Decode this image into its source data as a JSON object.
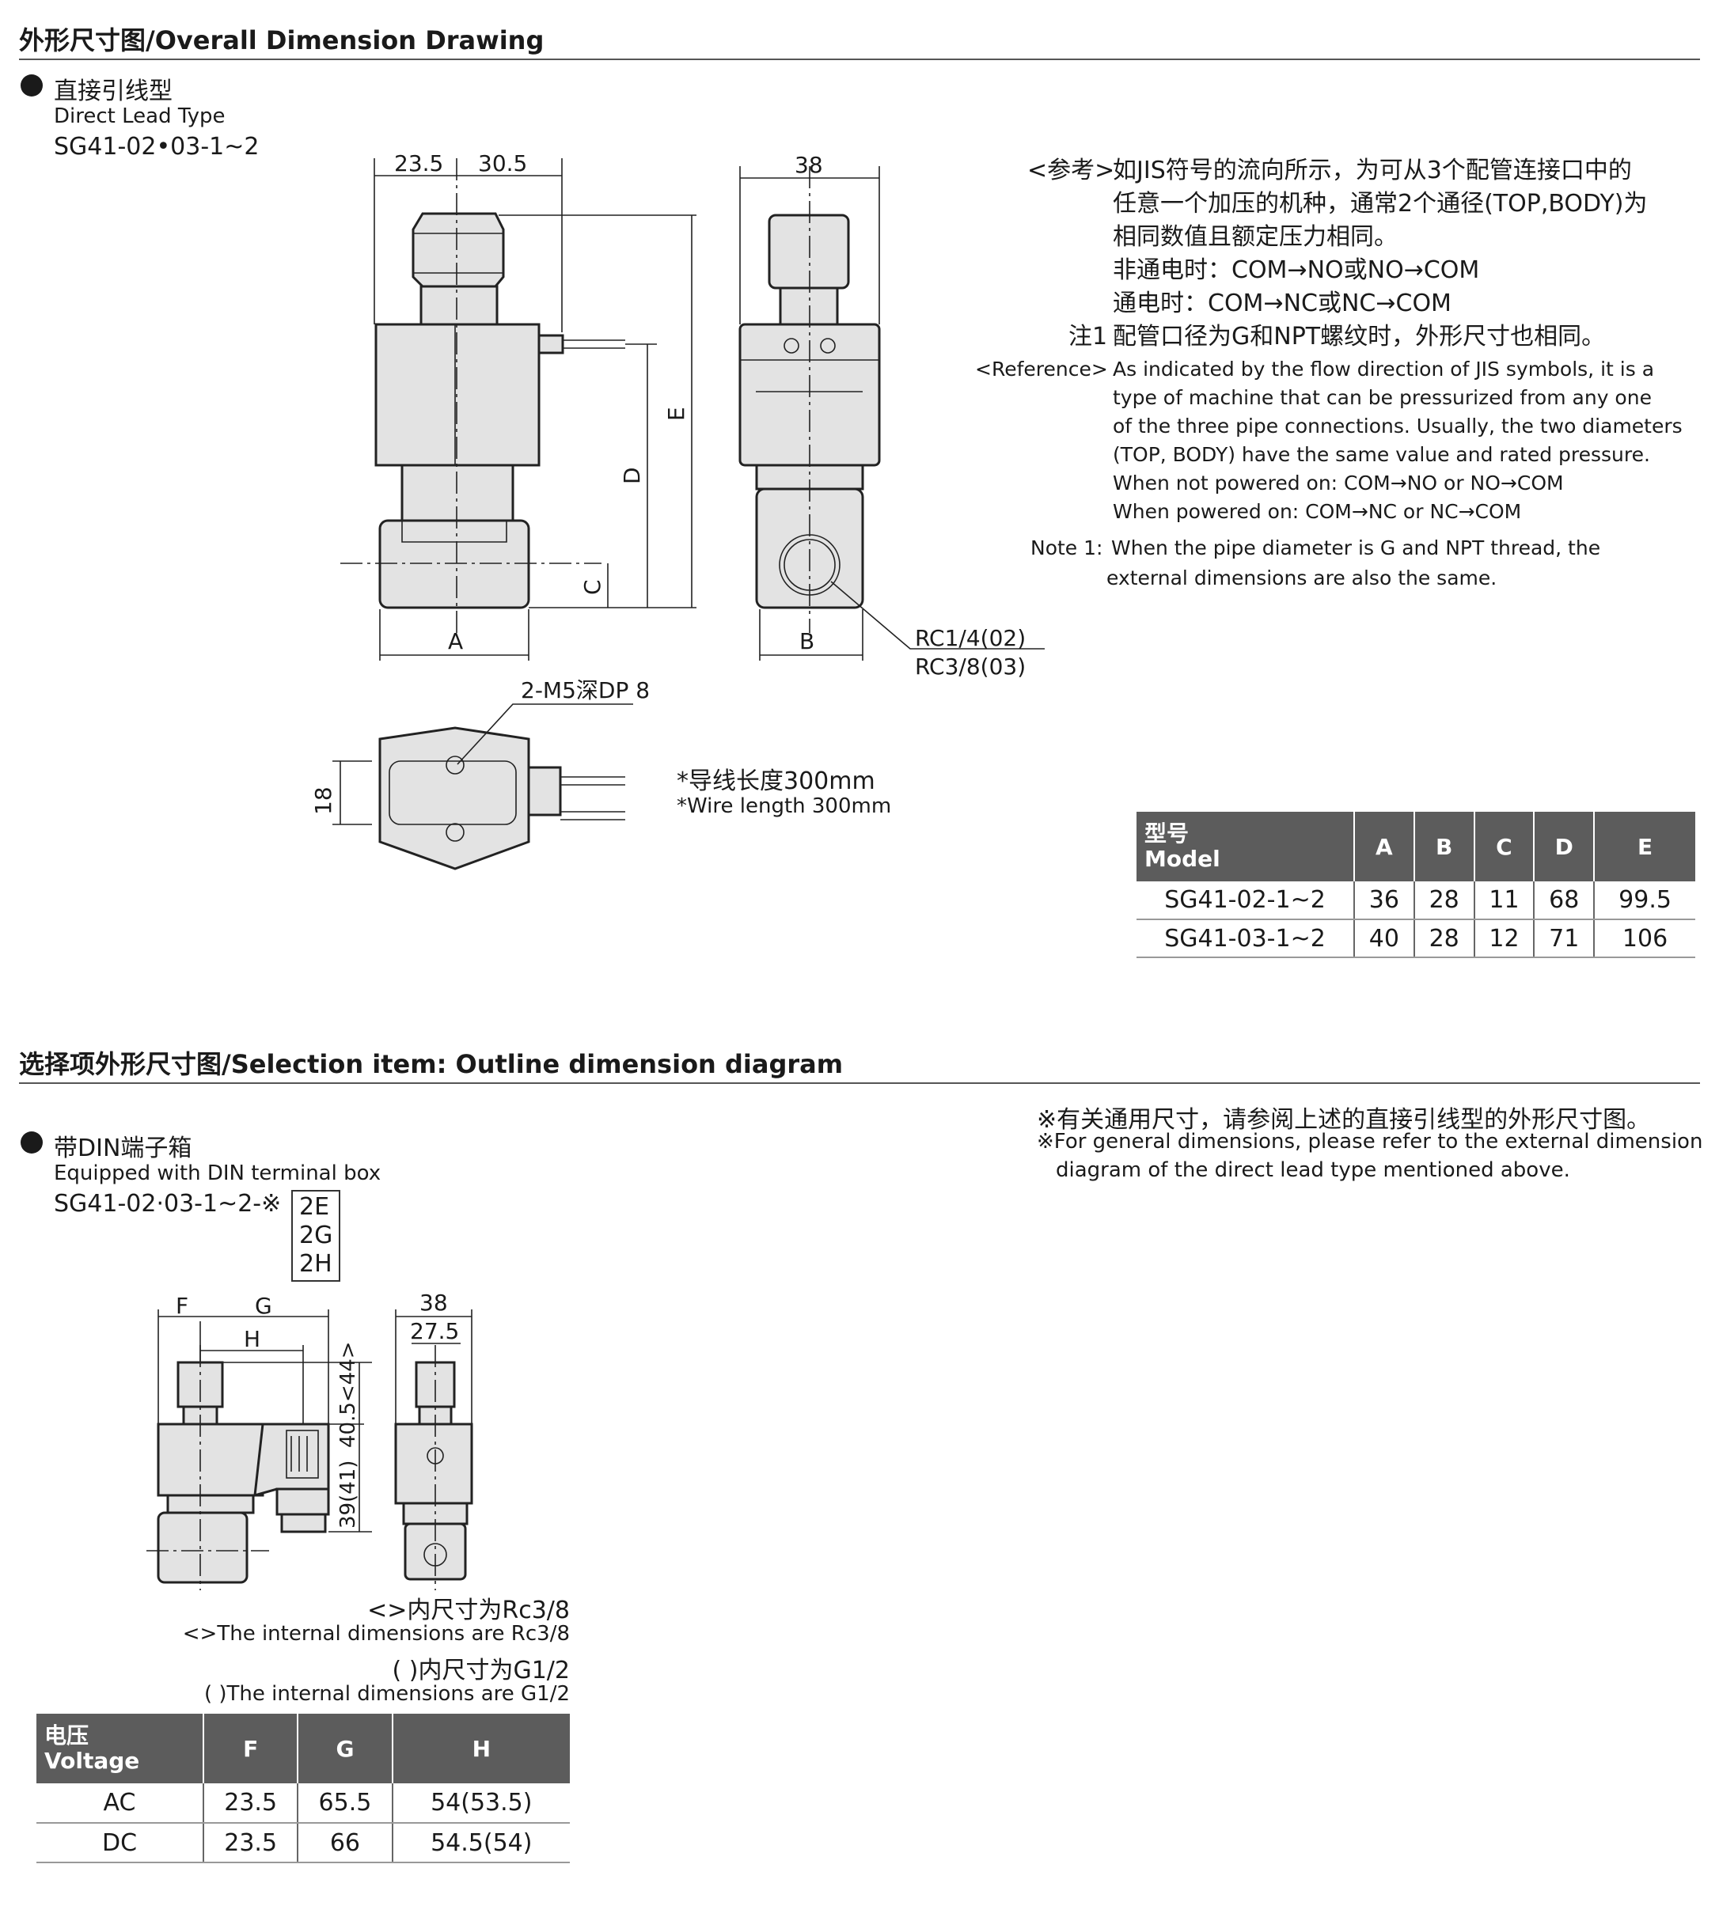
{
  "section1": {
    "title": "外形尺寸图/Overall Dimension Drawing",
    "type_cn": "直接引线型",
    "type_en": "Direct Lead Type",
    "model": "SG41-02•03-1~2"
  },
  "drawing1": {
    "dims_top": [
      "23.5",
      "30.5",
      "38"
    ],
    "labels": [
      "A",
      "B",
      "C",
      "D",
      "E"
    ],
    "port_labels": [
      "RC1/4(02)",
      "RC3/8(03)"
    ],
    "mount_label": "2-M5深DP 8",
    "dim_18": "18",
    "wire_cn": "*导线长度300mm",
    "wire_en": "*Wire length 300mm"
  },
  "reference": {
    "cn_tag": "<参考>",
    "cn_lines": [
      "如JIS符号的流向所示，为可从3个配管连接口中的",
      "任意一个加压的机种，通常2个通径(TOP,BODY)为",
      "相同数值且额定压力相同。",
      "非通电时：COM→NO或NO→COM",
      "通电时：COM→NC或NC→COM"
    ],
    "cn_note_tag": "注1",
    "cn_note": "配管口径为G和NPT螺纹时，外形尺寸也相同。",
    "en_tag": "<Reference>",
    "en_lines": [
      "As indicated by the flow direction of JIS symbols, it is a",
      "type of machine that can be pressurized from any one",
      "of the three pipe connections. Usually, the two diameters",
      "(TOP, BODY) have the same value and rated pressure.",
      "When not powered on: COM→NO or NO→COM",
      "When powered on: COM→NC or NC→COM"
    ],
    "en_note_tag": "Note 1:",
    "en_note_lines": [
      "When the pipe diameter is G and NPT thread, the",
      "external dimensions are also the same."
    ]
  },
  "table1": {
    "header_cn": "型号",
    "header_en": "Model",
    "columns": [
      "A",
      "B",
      "C",
      "D",
      "E"
    ],
    "rows": [
      {
        "model": "SG41-02-1~2",
        "values": [
          "36",
          "28",
          "11",
          "68",
          "99.5"
        ]
      },
      {
        "model": "SG41-03-1~2",
        "values": [
          "40",
          "28",
          "12",
          "71",
          "106"
        ]
      }
    ]
  },
  "section2": {
    "title": "选择项外形尺寸图/Selection item: Outline dimension diagram",
    "note_cn": "※有关通用尺寸，请参阅上述的直接引线型的外形尺寸图。",
    "note_en_1": "※For general dimensions, please refer to the external dimension",
    "note_en_2": "diagram of the direct lead type mentioned above.",
    "type_cn": "带DIN端子箱",
    "type_en": "Equipped with DIN terminal box",
    "model": "SG41-02·03-1~2-※",
    "options": [
      "2E",
      "2G",
      "2H"
    ]
  },
  "drawing2": {
    "labels": [
      "F",
      "G",
      "H"
    ],
    "dims": [
      "38",
      "27.5",
      "40.5<44>",
      "39(41)"
    ]
  },
  "notes2": {
    "rc_cn": "<>内尺寸为Rc3/8",
    "rc_en": "<>The internal dimensions are Rc3/8",
    "g_cn": "( )内尺寸为G1/2",
    "g_en": "( )The internal dimensions are G1/2"
  },
  "table2": {
    "header_cn": "电压",
    "header_en": "Voltage",
    "columns": [
      "F",
      "G",
      "H"
    ],
    "rows": [
      {
        "voltage": "AC",
        "values": [
          "23.5",
          "65.5",
          "54(53.5)"
        ]
      },
      {
        "voltage": "DC",
        "values": [
          "23.5",
          "66",
          "54.5(54)"
        ]
      }
    ]
  }
}
